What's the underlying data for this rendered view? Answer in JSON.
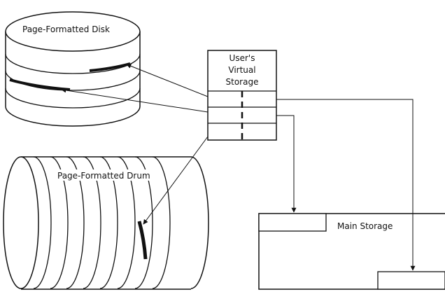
{
  "labels": {
    "disk": "Page-Formatted Disk",
    "drum": "Page-Formatted Drum",
    "virtual_storage": [
      "User's",
      "Virtual",
      "Storage"
    ],
    "main_storage": "Main Storage"
  },
  "colors": {
    "line": "#111111",
    "background": "#ffffff"
  }
}
